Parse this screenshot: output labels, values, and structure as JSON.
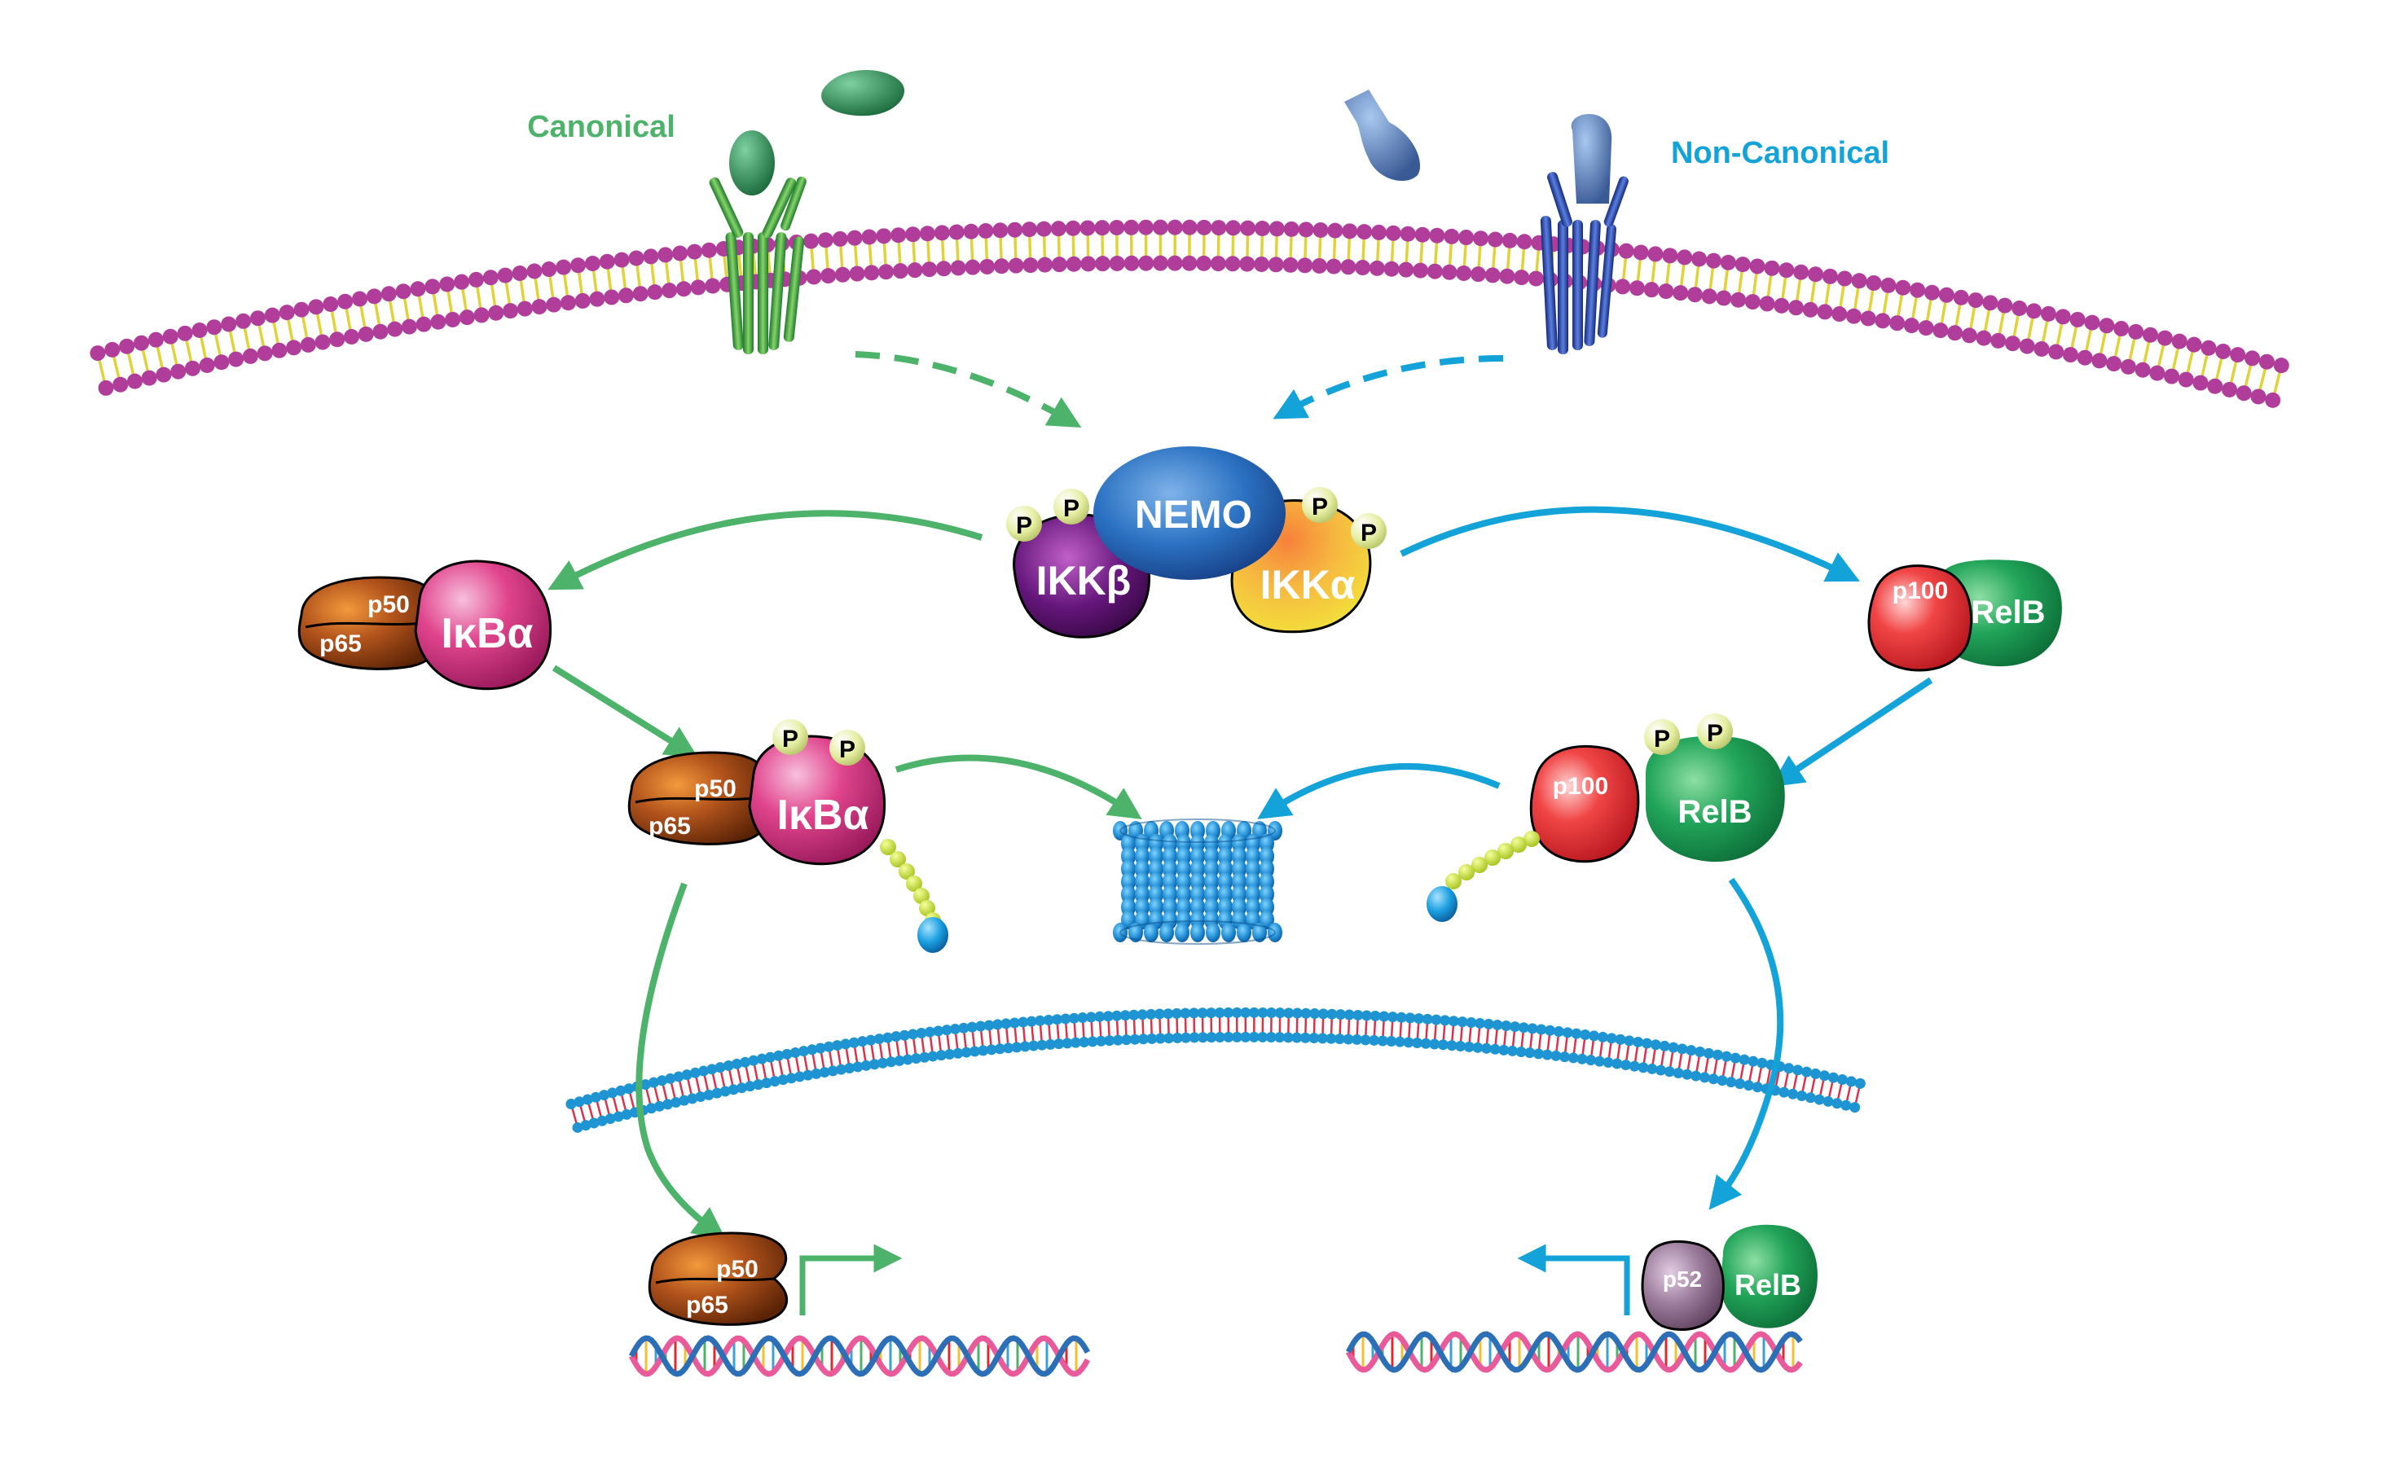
{
  "colors": {
    "canonical": "#4db26a",
    "non_canonical": "#13a3d8",
    "lipid_head": "#b13d9a",
    "lipid_tail": "#e0d33a",
    "nuclear_head": "#1e95d2",
    "nuclear_tail": "#d9334b",
    "p65": "#8a3c10",
    "ikba": "#d9387f",
    "nemo": "#2b72c2",
    "ikkb": "#5b1470",
    "ikka": "#f3a23c",
    "p100": "#e0282e",
    "relb": "#1d9a54",
    "p52": "#8c6c8c",
    "phospho": "#e4eca0"
  },
  "labels": {
    "canonical": "Canonical",
    "non_canonical": "Non-Canonical",
    "nemo": "NEMO",
    "ikkb": "IKKβ",
    "ikka": "IKKα",
    "p50": "p50",
    "p65": "p65",
    "ikba": "IκBα",
    "p100": "p100",
    "relb": "RelB",
    "p52": "p52",
    "phospho": "P"
  }
}
